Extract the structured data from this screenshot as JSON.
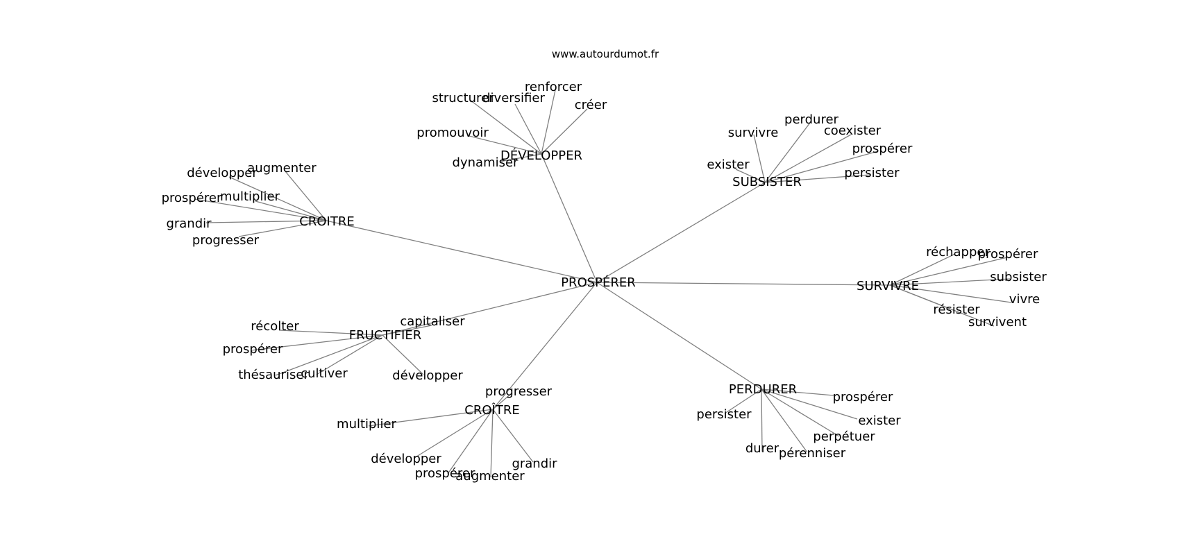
{
  "site_label": "www.autourdumot.fr",
  "colors": {
    "edge": "#808080",
    "text": "#000000",
    "background": "#ffffff"
  },
  "graph": {
    "center": "PROSPÉRER",
    "clusters": [
      {
        "id": "developper",
        "label": "DÉVELOPPER",
        "leaves": [
          "renforcer",
          "structurer",
          "diversifier",
          "créer",
          "promouvoir",
          "dynamiser"
        ]
      },
      {
        "id": "subsister",
        "label": "SUBSISTER",
        "leaves": [
          "perdurer",
          "survivre",
          "coexister",
          "prospérer",
          "exister",
          "persister"
        ]
      },
      {
        "id": "croitre",
        "label": "CROITRE",
        "leaves": [
          "augmenter",
          "développer",
          "multiplier",
          "prospérer",
          "grandir",
          "progresser"
        ]
      },
      {
        "id": "survivre",
        "label": "SURVIVRE",
        "leaves": [
          "réchapper",
          "prospérer",
          "subsister",
          "vivre",
          "résister",
          "survivent"
        ]
      },
      {
        "id": "fructifier",
        "label": "FRUCTIFIER",
        "leaves": [
          "capitaliser",
          "récolter",
          "prospérer",
          "thésauriser",
          "cultiver",
          "développer"
        ]
      },
      {
        "id": "croitre-accent",
        "label": "CROÎTRE",
        "leaves": [
          "progresser",
          "multiplier",
          "développer",
          "prospérer",
          "augmenter",
          "grandir"
        ]
      },
      {
        "id": "perdurer",
        "label": "PERDURER",
        "leaves": [
          "prospérer",
          "persister",
          "exister",
          "perpétuer",
          "durer",
          "pérenniser"
        ]
      }
    ]
  }
}
